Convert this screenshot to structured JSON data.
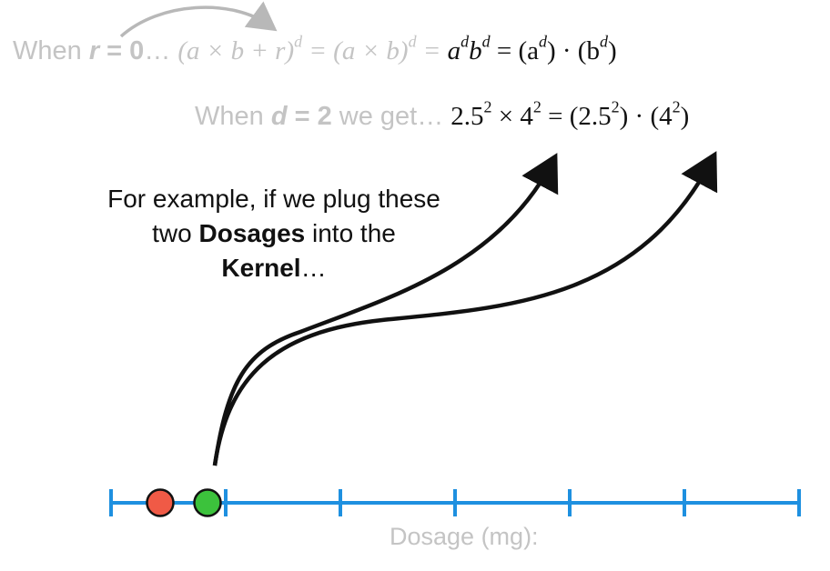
{
  "line1": {
    "prefix": "When ",
    "var": "r",
    "eq_zero": " = 0",
    "ellipsis": "…",
    "grey_math": "(a × b + r)",
    "grey_exp": "d",
    "grey_eq": " = (a × b)",
    "grey_exp2": "d",
    "grey_eq2": " = ",
    "black_a": "a",
    "black_a_exp": "d",
    "black_b": "b",
    "black_b_exp": "d",
    "black_rest1": " = (a",
    "black_rest1_exp": "d",
    "black_rest2": ") · (b",
    "black_rest2_exp": "d",
    "black_rest3": ")"
  },
  "line2": {
    "prefix": "When ",
    "var": "d",
    "eq_two": " = 2",
    "suffix": " we get… ",
    "m1": "2.5",
    "m1_exp": "2",
    "m2": " × 4",
    "m2_exp": "2",
    "m3": " = (2.5",
    "m3_exp": "2",
    "m4": ") · (4",
    "m4_exp": "2",
    "m5": ")"
  },
  "caption": {
    "t1": "For example, if we plug these two ",
    "t2": "Dosages",
    "t3": " into the ",
    "t4": "Kernel",
    "t5": "…"
  },
  "axis": {
    "label": "Dosage (mg):",
    "color": "#1e90e0",
    "tick_count": 7
  },
  "points": [
    {
      "name": "red-dosage-point",
      "color": "#f05a46"
    },
    {
      "name": "green-dosage-point",
      "color": "#3cc23c"
    }
  ]
}
